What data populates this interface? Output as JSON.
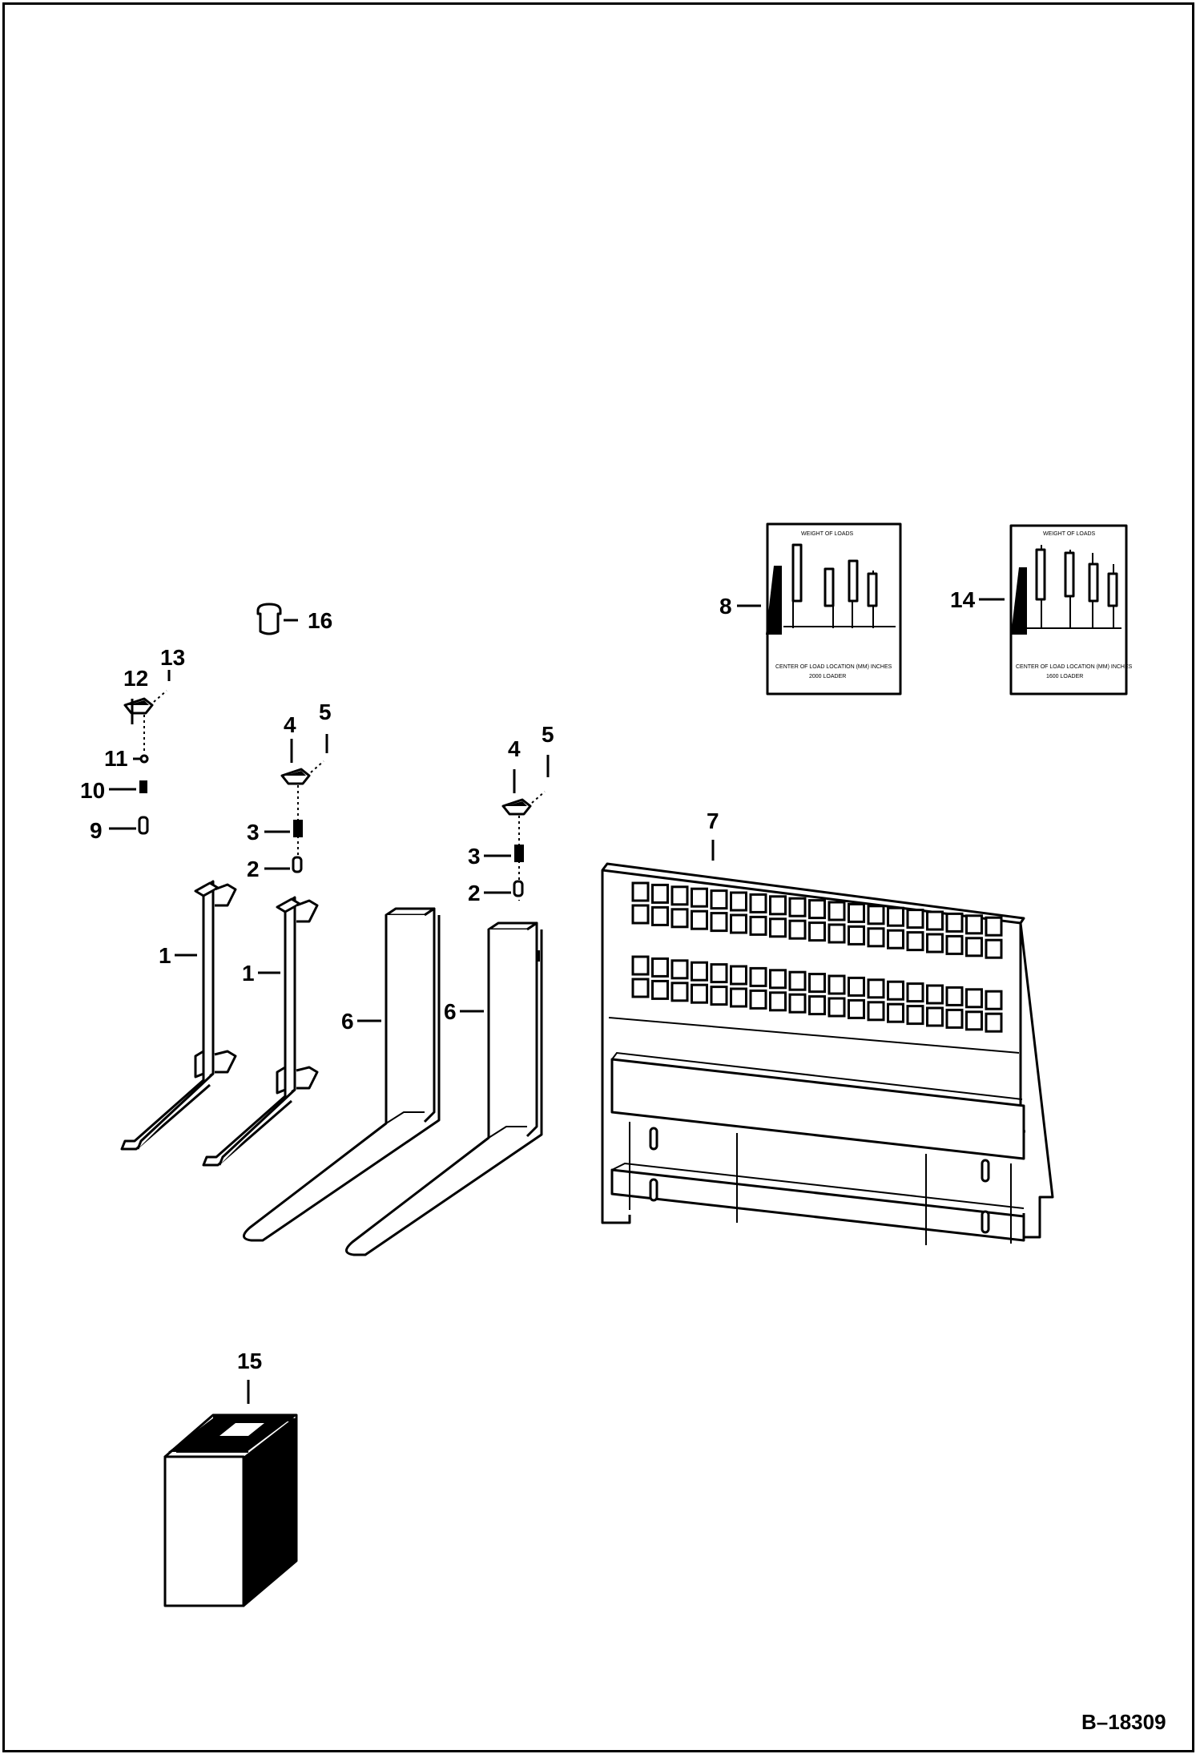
{
  "figure_number": "B–18309",
  "callouts": {
    "c1a": "1",
    "c1b": "1",
    "c2a": "2",
    "c2b": "2",
    "c3a": "3",
    "c3b": "3",
    "c4a": "4",
    "c4b": "4",
    "c5a": "5",
    "c5b": "5",
    "c6a": "6",
    "c6b": "6",
    "c7": "7",
    "c8": "8",
    "c9": "9",
    "c10": "10",
    "c11": "11",
    "c12": "12",
    "c13": "13",
    "c14": "14",
    "c15": "15",
    "c16": "16"
  },
  "decal_8": {
    "heading": "WEIGHT OF LOADS",
    "caption": "CENTER OF LOAD LOCATION (MM) INCHES",
    "model": "2000 LOADER"
  },
  "decal_14": {
    "heading": "WEIGHT OF LOADS",
    "caption": "CENTER OF LOAD LOCATION (MM) INCHES",
    "model": "1600 LOADER"
  }
}
